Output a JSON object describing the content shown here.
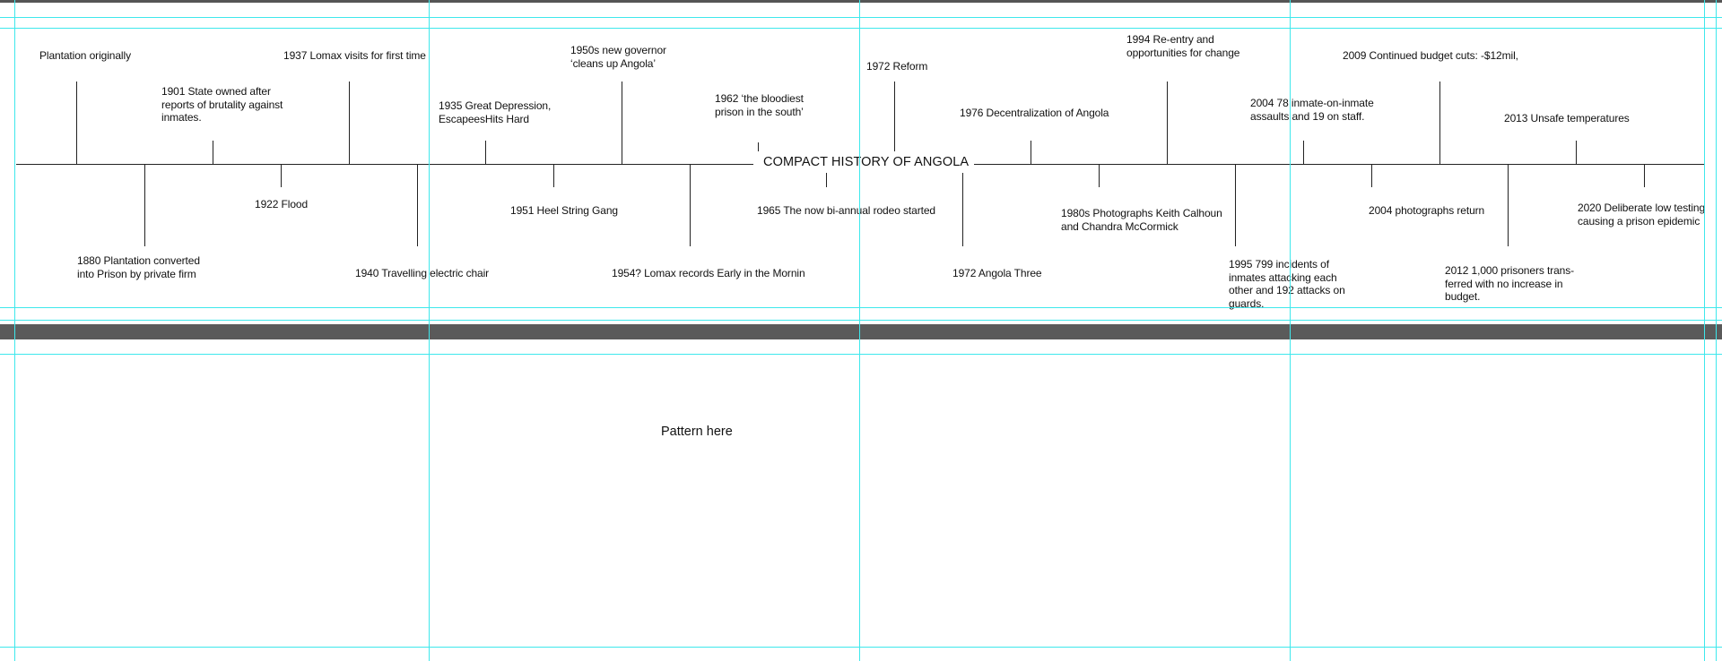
{
  "timeline": {
    "title": "COMPACT HISTORY OF ANGOLA",
    "events": [
      {
        "label": "Plantation originally"
      },
      {
        "label": "1880 Plantation converted\ninto Prison by private firm"
      },
      {
        "label": "1901 State owned after\nreports of brutality against\ninmates."
      },
      {
        "label": "1922 Flood"
      },
      {
        "label": "1937 Lomax visits for first time"
      },
      {
        "label": "1940 Travelling electric chair"
      },
      {
        "label": "1935 Great Depression,\nEscapeesHits Hard"
      },
      {
        "label": "1951 Heel String Gang"
      },
      {
        "label": "1950s new governor\n‘cleans up Angola’"
      },
      {
        "label": "1954? Lomax records Early in the Mornin"
      },
      {
        "label": "1962  ‘the bloodiest\nprison in the south’"
      },
      {
        "label": "1965 The now bi-annual rodeo started"
      },
      {
        "label": "1972 Reform"
      },
      {
        "label": "1972 Angola Three"
      },
      {
        "label": "1976 Decentralization of Angola"
      },
      {
        "label": "1980s Photographs Keith Calhoun\nand Chandra McCormick"
      },
      {
        "label": "1994 Re-entry and\nopportunities for change"
      },
      {
        "label": "1995 799 incidents of\ninmates attacking each\nother and 192 attacks on\nguards."
      },
      {
        "label": "2004 78 inmate-on-inmate\nassaults and 19 on staff."
      },
      {
        "label": "2004 photographs return"
      },
      {
        "label": "2009 Continued budget cuts: -$12mil,"
      },
      {
        "label": "2012 1,000 prisoners trans-\nferred with no increase in\nbudget."
      },
      {
        "label": "2013 Unsafe temperatures"
      },
      {
        "label": "2020 Deliberate low testing\ncausing a prison epidemic"
      }
    ]
  },
  "pattern_area": {
    "text": "Pattern here"
  },
  "colors": {
    "guide": "#3ee8ec",
    "band": "#5a5a5a",
    "ink": "#222222"
  }
}
